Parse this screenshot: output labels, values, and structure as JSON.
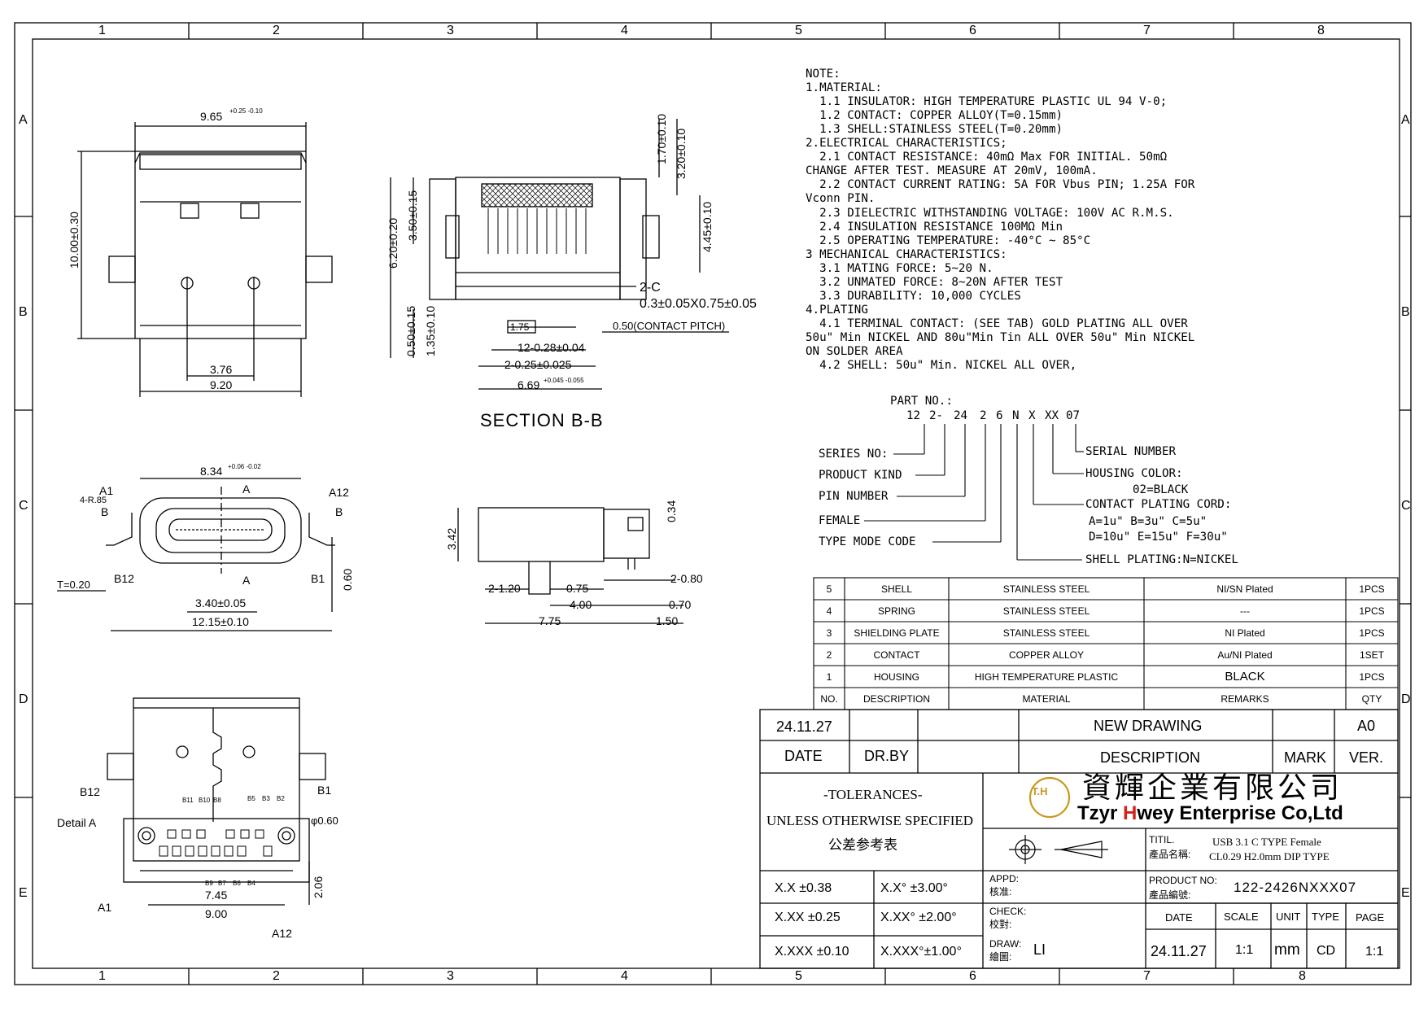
{
  "frame": {
    "zones_top": [
      "1",
      "2",
      "3",
      "4",
      "5",
      "6",
      "7",
      "8"
    ],
    "zones_bottom": [
      "1",
      "2",
      "3",
      "4",
      "5",
      "6",
      "7",
      "8"
    ],
    "zones_side": [
      "A",
      "B",
      "C",
      "D",
      "E"
    ]
  },
  "notes": [
    "NOTE:",
    "1.MATERIAL:",
    "  1.1 INSULATOR: HIGH TEMPERATURE PLASTIC UL 94 V-0;",
    "  1.2 CONTACT: COPPER ALLOY(T=0.15mm)",
    "  1.3 SHELL:STAINLESS STEEL(T=0.20mm)",
    "2.ELECTRICAL CHARACTERISTICS;",
    "  2.1 CONTACT RESISTANCE: 40mΩ Max FOR INITIAL. 50mΩ",
    "CHANGE AFTER TEST. MEASURE AT 20mV, 100mA.",
    "  2.2 CONTACT CURRENT RATING: 5A FOR Vbus PIN; 1.25A FOR",
    "Vconn PIN.",
    "  2.3 DIELECTRIC WITHSTANDING VOLTAGE: 100V AC R.M.S.",
    "  2.4 INSULATION RESISTANCE 100MΩ Min",
    "  2.5 OPERATING TEMPERATURE: -40°C ~ 85°C",
    "3 MECHANICAL CHARACTERISTICS:",
    "  3.1 MATING FORCE: 5~20 N.",
    "  3.2 UNMATED FORCE: 8~20N AFTER TEST",
    "  3.3 DURABILITY: 10,000 CYCLES",
    "4.PLATING",
    "  4.1 TERMINAL CONTACT: (SEE TAB) GOLD PLATING ALL OVER",
    "50u\" Min NICKEL AND 80u\"Min Tin ALL OVER 50u\" Min NICKEL",
    "ON SOLDER AREA",
    "  4.2 SHELL: 50u\" Min. NICKEL ALL OVER,"
  ],
  "part_no": {
    "title": "PART NO.:",
    "code": [
      "12",
      "2-",
      "24",
      "2",
      "6",
      "N",
      "X",
      "XX",
      "07"
    ],
    "series": "SERIES NO:",
    "product_kind": "PRODUCT KIND",
    "pin_number": "PIN NUMBER",
    "female": "FEMALE",
    "type_mode": "TYPE MODE CODE",
    "serial": "SERIAL NUMBER",
    "housing_color": "HOUSING COLOR:",
    "housing_color_val": "02=BLACK",
    "plating_cord": "CONTACT PLATING CORD:",
    "plating_1": "A=1u\"   B=3u\"   C=5u\"",
    "plating_2": "D=10u\" E=15u\" F=30u\"",
    "shell_plating": "SHELL PLATING:N=NICKEL"
  },
  "bom": {
    "rows": [
      {
        "no": "5",
        "desc": "SHELL",
        "material": "STAINLESS STEEL",
        "remarks": "NI/SN  Plated",
        "qty": "1PCS"
      },
      {
        "no": "4",
        "desc": "SPRING",
        "material": "STAINLESS STEEL",
        "remarks": "---",
        "qty": "1PCS"
      },
      {
        "no": "3",
        "desc": "SHIELDING PLATE",
        "material": "STAINLESS STEEL",
        "remarks": "NI  Plated",
        "qty": "1PCS"
      },
      {
        "no": "2",
        "desc": "CONTACT",
        "material": "COPPER ALLOY",
        "remarks": "Au/NI Plated",
        "qty": "1SET"
      },
      {
        "no": "1",
        "desc": "HOUSING",
        "material": "HIGH TEMPERATURE PLASTIC",
        "remarks": "BLACK",
        "qty": "1PCS"
      }
    ],
    "header": {
      "no": "NO.",
      "desc": "DESCRIPTION",
      "material": "MATERIAL",
      "remarks": "REMARKS",
      "qty": "QTY"
    }
  },
  "title_block": {
    "rev_date": "24.11.27",
    "rev_desc": "NEW DRAWING",
    "rev_ver": "A0",
    "h_date": "DATE",
    "h_drby": "DR.BY",
    "h_desc": "DESCRIPTION",
    "h_mark": "MARK",
    "h_ver": "VER.",
    "tol_1": "-TOLERANCES-",
    "tol_2": "UNLESS OTHERWISE SPECIFIED",
    "tol_3": "公差参考表",
    "company_cn": "資輝企業有限公司",
    "company_en": "Tzyr Hwey Enterprise Co,Ltd",
    "logo_text": "T.H",
    "titl_label": "TITIL.",
    "titl_label_cn": "產品名稱:",
    "titl_1": "USB 3.1 C TYPE Female",
    "titl_2": "CL0.29 H2.0mm DIP TYPE",
    "tol_rows": [
      [
        "X.X   ±0.38",
        "X.X°    ±3.00°"
      ],
      [
        "X.XX  ±0.25",
        "X.XX°   ±2.00°"
      ],
      [
        "X.XXX  ±0.10",
        "X.XXX°±1.00°"
      ]
    ],
    "appd": "APPD:",
    "appd_cn": "核准:",
    "check": "CHECK:",
    "check_cn": "校對:",
    "draw": "DRAW:",
    "draw_cn": "繪圖:",
    "draw_val": "LI",
    "product_no_label": "PRODUCT NO:",
    "product_no_cn": "產品編號:",
    "product_no": "122-2426NXXX07",
    "h_date2": "DATE",
    "h_scale": "SCALE",
    "h_unit": "UNIT",
    "h_type": "TYPE",
    "h_page": "PAGE",
    "v_date": "24.11.27",
    "v_scale": "1:1",
    "v_unit": "mm",
    "v_type": "CD",
    "v_page": "1:1"
  },
  "views": {
    "section_label": "SECTION B-B",
    "top_dims": {
      "w_top": "9.65",
      "w_top_tol": "+0.25 -0.10",
      "h": "10.00±0.30",
      "hole": "3.76",
      "w_bot": "9.20"
    },
    "sec_dims": {
      "d1": "1.70±0.10",
      "d2": "3.20±0.10",
      "d3": "6.20±0.20",
      "d4": "3.50±0.15",
      "d5": "4.45±0.10",
      "d6": "0.50±0.15",
      "d7": "1.35±0.10",
      "c2": "2-C",
      "c2v": "0.3±0.05X0.75±0.05",
      "pitch": "0.50(CONTACT PITCH)",
      "box": "1.75",
      "p1": "12-0.28±0.04",
      "p2": "2-0.25±0.025",
      "p3": "6.69",
      "p3tol": "+0.045 -0.055"
    },
    "front_dims": {
      "w": "8.34",
      "w_tol": "+0.06 -0.02",
      "r": "4-R.85",
      "a1": "A1",
      "a12": "A12",
      "b12": "B12",
      "b1": "B1",
      "a": "A",
      "b": "B",
      "t": "T=0.20",
      "hh": "0.60",
      "w2": "3.40±0.05",
      "w3": "12.15±0.10"
    },
    "side_dims": {
      "h": "3.42",
      "d1": "0.34",
      "a": "2-1.20",
      "b": "0.75",
      "c": "2-0.80",
      "d": "4.00",
      "e": "0.70",
      "f": "7.75",
      "g": "1.50"
    },
    "pcb_dims": {
      "b12": "B12",
      "b1": "B1",
      "detail": "Detail A",
      "phi": "φ0.60",
      "w1": "7.45",
      "w2": "9.00",
      "h": "2.06",
      "a1": "A1",
      "a12": "A12",
      "pins_top": [
        "B11",
        "B10",
        "B8",
        "B5",
        "B3",
        "B2"
      ],
      "pins_bot": [
        "B9",
        "B7",
        "B6",
        "B4"
      ]
    }
  }
}
